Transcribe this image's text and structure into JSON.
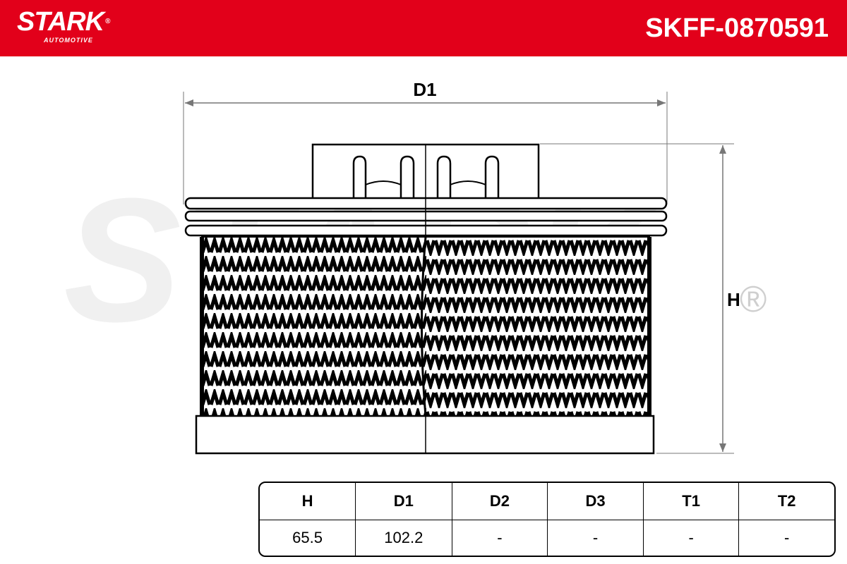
{
  "header": {
    "brand": "STARK",
    "brand_sub": "AUTOMOTIVE",
    "brand_mark": "®",
    "part_number": "SKFF-0870591",
    "background_color": "#e2001a"
  },
  "diagram": {
    "watermark_text": "STARK",
    "watermark_mark": "®",
    "dim_width_label": "D1",
    "dim_height_label": "H",
    "subject_icon": "fuel-filter-element-icon"
  },
  "specs": {
    "headers": [
      "H",
      "D1",
      "D2",
      "D3",
      "T1",
      "T2"
    ],
    "values": [
      "65.5",
      "102.2",
      "-",
      "-",
      "-",
      "-"
    ]
  }
}
